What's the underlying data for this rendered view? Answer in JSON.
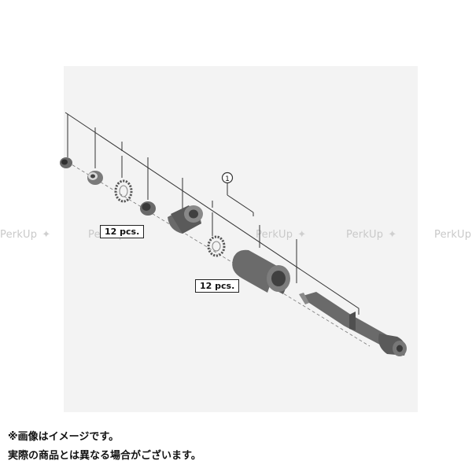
{
  "diagram": {
    "callout_number": "1",
    "quantity_label_left": "12 pcs.",
    "quantity_label_right": "12 pcs."
  },
  "watermarks": [
    "PerkUp",
    "PerkUp",
    "PerkUp",
    "PerkUp",
    "PerkUp"
  ],
  "disclaimer": {
    "line1": "※画像はイメージです。",
    "line2": "実際の商品とは異なる場合がございます。"
  },
  "colors": {
    "part_dark": "#5e5e5e",
    "part_light": "#9a9a9a",
    "line": "#333333",
    "panel": "#f3f3f3",
    "watermark": "#c9c9c9"
  }
}
